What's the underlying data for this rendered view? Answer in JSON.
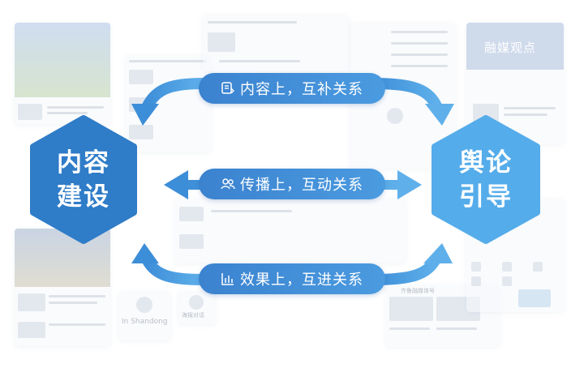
{
  "diagram": {
    "left_node": {
      "line1": "内容",
      "line2": "建设",
      "color": "#2f7cc8"
    },
    "right_node": {
      "line1": "舆论",
      "line2": "引导",
      "color": "#55acea"
    },
    "relations": [
      {
        "icon": "document-icon",
        "label": "内容上，互补关系"
      },
      {
        "icon": "users-icon",
        "label": "传播上，互动关系"
      },
      {
        "icon": "bar-chart-icon",
        "label": "效果上，互进关系"
      }
    ],
    "arrow_color": "#4a9ee0"
  },
  "background": {
    "top_right_banner": "融媒观点",
    "bottom_card_label": "In Shandong",
    "small_card_label": "海报对话",
    "bottom_right_section": "齐鲁融媒体号"
  }
}
